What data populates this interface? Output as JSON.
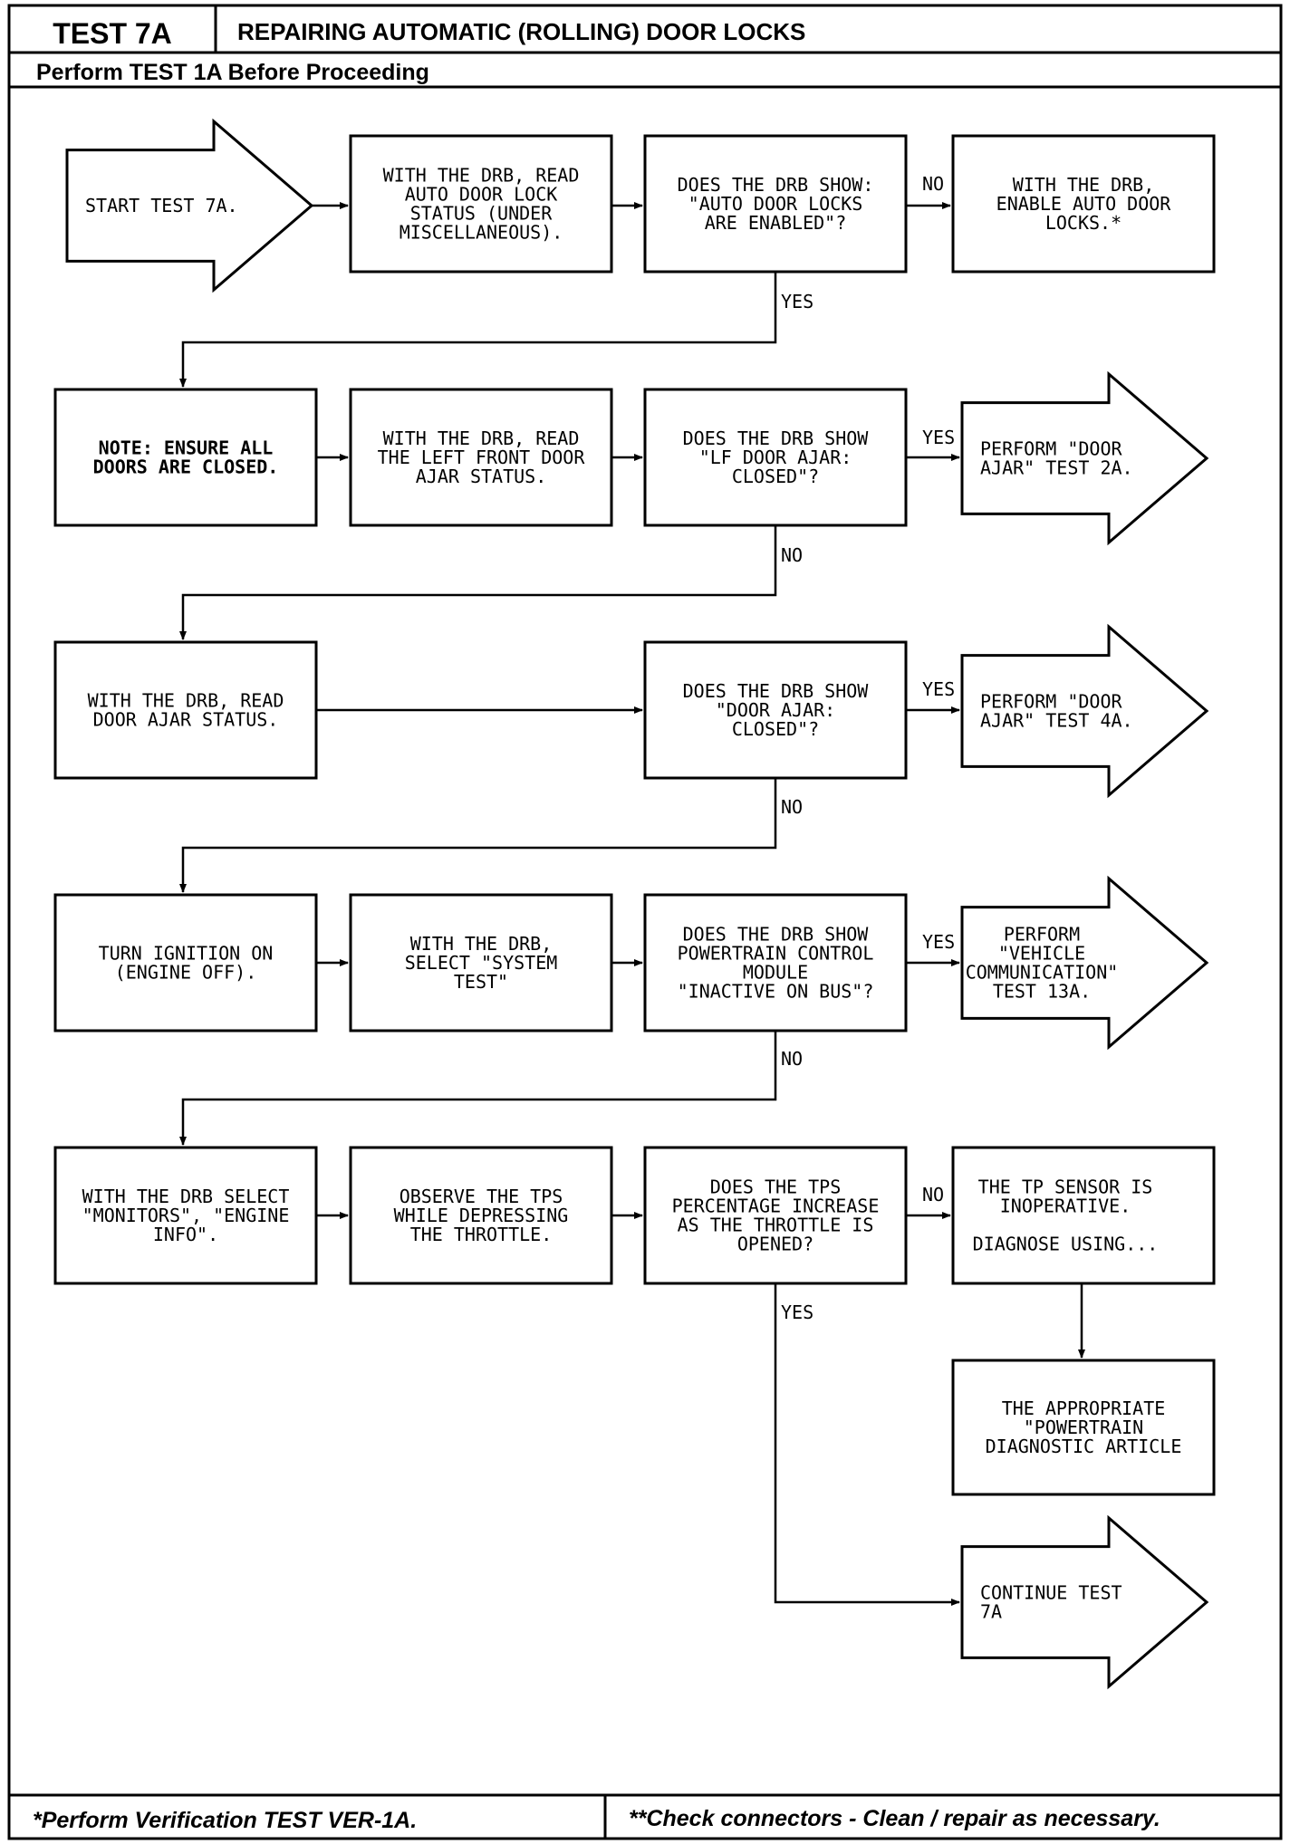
{
  "header": {
    "test_id": "TEST 7A",
    "title": "REPAIRING AUTOMATIC (ROLLING) DOOR LOCKS",
    "prerequisite": "Perform TEST 1A Before Proceeding"
  },
  "footer": {
    "left": "*Perform Verification TEST VER-1A.",
    "right": "**Check connectors - Clean / repair as necessary."
  },
  "nodes": {
    "start": [
      "START TEST 7A."
    ],
    "read_auto_lock": [
      "WITH THE DRB, READ",
      "AUTO DOOR LOCK",
      "STATUS (UNDER",
      "MISCELLANEOUS)."
    ],
    "q_auto_enabled": [
      "DOES THE DRB SHOW:",
      "\"AUTO DOOR LOCKS",
      "ARE ENABLED\"?"
    ],
    "enable_auto": [
      "WITH THE DRB,",
      "ENABLE AUTO DOOR",
      "LOCKS.*"
    ],
    "note_closed": [
      "NOTE: ENSURE ALL",
      "DOORS ARE CLOSED."
    ],
    "read_lf_ajar": [
      "WITH THE DRB, READ",
      "THE LEFT FRONT DOOR",
      "AJAR STATUS."
    ],
    "q_lf_closed": [
      "DOES THE DRB SHOW",
      "\"LF DOOR AJAR:",
      "CLOSED\"?"
    ],
    "test_2a": [
      "PERFORM \"DOOR",
      "AJAR\" TEST 2A."
    ],
    "read_door_ajar": [
      "WITH THE DRB, READ",
      "DOOR AJAR STATUS."
    ],
    "q_door_closed": [
      "DOES THE DRB SHOW",
      "\"DOOR AJAR:",
      "CLOSED\"?"
    ],
    "test_4a": [
      "PERFORM \"DOOR",
      "AJAR\" TEST 4A."
    ],
    "ignition_on": [
      "TURN IGNITION ON",
      "(ENGINE OFF)."
    ],
    "select_system_test": [
      "WITH THE DRB,",
      "SELECT \"SYSTEM",
      "TEST\""
    ],
    "q_pcm_inactive": [
      "DOES THE DRB SHOW",
      "POWERTRAIN CONTROL",
      "MODULE",
      "\"INACTIVE ON BUS\"?"
    ],
    "test_13a": [
      "PERFORM",
      "\"VEHICLE",
      "COMMUNICATION\"",
      "TEST 13A."
    ],
    "select_monitors": [
      "WITH THE DRB SELECT",
      "\"MONITORS\", \"ENGINE",
      "INFO\"."
    ],
    "observe_tps": [
      "OBSERVE THE TPS",
      "WHILE DEPRESSING",
      "THE THROTTLE."
    ],
    "q_tps_increase": [
      "DOES THE TPS",
      "PERCENTAGE INCREASE",
      "AS THE THROTTLE IS",
      "OPENED?"
    ],
    "tp_inoperative": [
      "THE TP SENSOR IS",
      "INOPERATIVE.",
      "",
      "DIAGNOSE USING..."
    ],
    "appropriate_article": [
      "THE APPROPRIATE",
      "\"POWERTRAIN",
      "DIAGNOSTIC ARTICLE"
    ],
    "continue_7a": [
      "CONTINUE TEST",
      "7A"
    ]
  },
  "labels": {
    "no_1": "NO",
    "yes_1": "YES",
    "yes_2": "YES",
    "no_2": "NO",
    "yes_3": "YES",
    "no_3": "NO",
    "yes_4": "YES",
    "no_4": "NO",
    "no_5": "NO",
    "yes_5": "YES"
  }
}
